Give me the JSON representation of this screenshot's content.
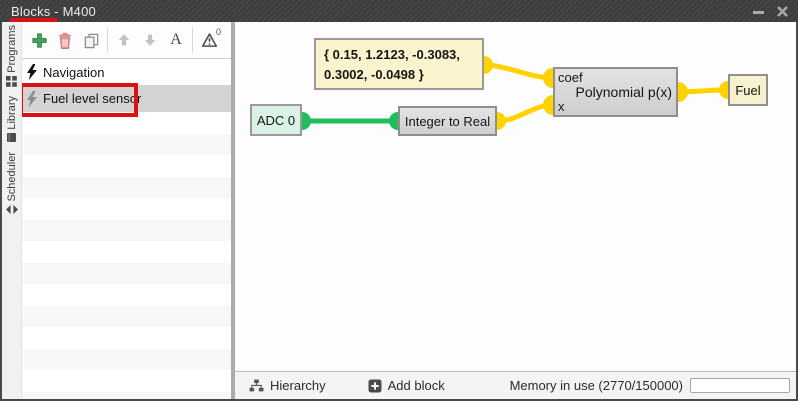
{
  "window": {
    "title": "Blocks - M400"
  },
  "sidebar_tabs": {
    "programs": "Programs",
    "library": "Library",
    "scheduler": "Scheduler"
  },
  "toolbar": {
    "warning_count": "0",
    "text_tool_glyph": "A"
  },
  "program_list": {
    "items": [
      {
        "label": "Navigation",
        "selected": false
      },
      {
        "label": "Fuel level sensor",
        "selected": true
      }
    ]
  },
  "canvas": {
    "blocks": {
      "constant": {
        "line1": "{ 0.15, 1.2123, -0.3083,",
        "line2": "0.3002, -0.0498 }",
        "value": "{ 0.15, 1.2123, -0.3083, 0.3002, -0.0498 }"
      },
      "adc": {
        "label": "ADC 0"
      },
      "int_to_real": {
        "label": "Integer to Real"
      },
      "polynomial": {
        "label": "Polynomial p(x)",
        "input1": "coef",
        "input2": "x"
      },
      "fuel": {
        "label": "Fuel"
      }
    },
    "connections": [
      {
        "from": "constant",
        "to": "polynomial.coef",
        "color": "#ffd200"
      },
      {
        "from": "adc",
        "to": "int_to_real",
        "color": "#22bd5b"
      },
      {
        "from": "int_to_real",
        "to": "polynomial.x",
        "color": "#ffd200"
      },
      {
        "from": "polynomial",
        "to": "fuel",
        "color": "#ffd200"
      }
    ]
  },
  "footer": {
    "hierarchy": "Hierarchy",
    "add_block": "Add block",
    "memory": "Memory in use (2770/150000)"
  },
  "colors": {
    "annotation_red": "#dd1111",
    "wire_yellow": "#ffd200",
    "wire_green": "#22bd5b",
    "titlebar_bg": "#3e3e3e",
    "selected_row_bg": "#d3d3d3",
    "block_yellow_bg": "#faf3cd",
    "block_gray_bg": "#d8d8d8",
    "block_mint_bg": "#dbf3e6"
  },
  "icons": {
    "toolbar": [
      "add-icon",
      "delete-icon",
      "copy-icon",
      "move-up-icon",
      "move-down-icon",
      "text-icon",
      "warning-icon"
    ],
    "footer": [
      "hierarchy-icon",
      "add-block-icon"
    ],
    "tabs": [
      "grid-icon",
      "book-icon",
      "swap-icon"
    ]
  }
}
